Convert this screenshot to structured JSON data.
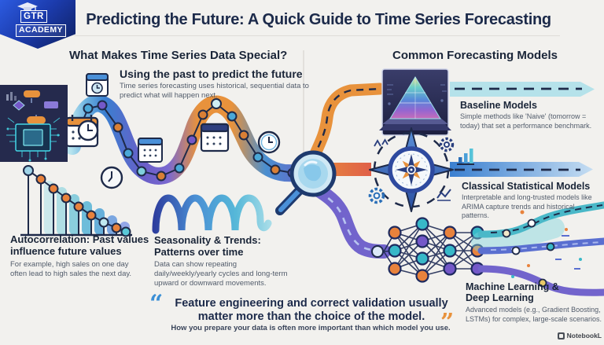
{
  "logo": {
    "line1": "GTR",
    "line2": "ACADEMY"
  },
  "title": "Predicting the Future: A Quick Guide to Time Series Forecasting",
  "left_section": {
    "header": "What Makes Time Series Data Special?",
    "items": [
      {
        "title": "Using the past to predict the future",
        "desc": "Time series forecasting uses historical, sequential data to predict what will happen next."
      },
      {
        "title": "Autocorrelation: Past values influence future values",
        "desc": "For example, high sales on one day often lead to high sales the next day."
      },
      {
        "title": "Seasonality & Trends: Patterns over time",
        "desc": "Data can show repeating daily/weekly/yearly cycles and long-term upward or downward movements."
      }
    ]
  },
  "right_section": {
    "header": "Common Forecasting Models",
    "items": [
      {
        "title": "Baseline Models",
        "desc": "Simple methods like 'Naive' (tomorrow = today) that set a performance benchmark."
      },
      {
        "title": "Classical Statistical Models",
        "desc": "Interpretable and long-trusted models like ARIMA capture trends and historical patterns."
      },
      {
        "title": "Machine Learning & Deep Learning",
        "desc": "Advanced models (e.g., Gradient Boosting, LSTMs) for complex, large-scale scenarios."
      }
    ]
  },
  "quote": {
    "text": "Feature engineering and correct validation usually matter more than the choice of the model.",
    "subtext": "How you prepare your data is often more important than which model you use."
  },
  "watermark": "NotebookL",
  "icons": [
    "graduation-cap-icon",
    "calendar-icon",
    "clock-icon",
    "circuit-chip-image",
    "autocorrelation-decay-chart",
    "seasonality-wave-icon",
    "magnifier-icon",
    "pyramid-hologram-image",
    "compass-icon",
    "gear-icon",
    "mini-bar-chart-icon",
    "neural-network-icon",
    "forecast-stream-paths"
  ],
  "colors": {
    "background": "#f2f1ee",
    "title_navy": "#1c2a4a",
    "body_gray": "#525c6b",
    "accent_orange": "#e8923c",
    "accent_blue": "#3a7fd0",
    "accent_purple": "#6a5ec8",
    "accent_teal": "#56c3d8",
    "quote_open_blue": "#3b8fd6",
    "quote_close_orange": "#e8923c"
  }
}
